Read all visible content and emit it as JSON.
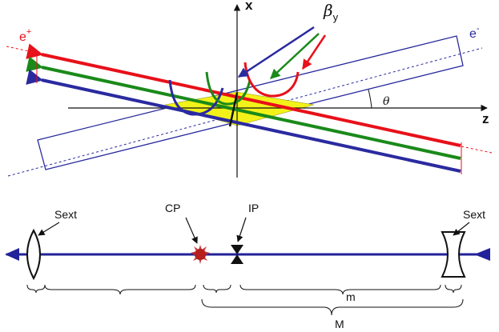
{
  "top": {
    "axis_x": "x",
    "axis_z": "z",
    "beta": "β",
    "beta_sub": "y",
    "theta": "θ",
    "positron_base": "e",
    "positron_sup": "+",
    "electron_base": "e",
    "electron_sup": "-"
  },
  "bottom": {
    "sext_left": "Sext",
    "cp": "CP",
    "ip": "IP",
    "sext_right": "Sext",
    "m": "m",
    "M": "M"
  },
  "colors": {
    "red": "#e8101a",
    "green": "#1a8a1a",
    "blue": "#2a2aa0",
    "navy": "#22229a",
    "overlap": "#f2f21a"
  }
}
